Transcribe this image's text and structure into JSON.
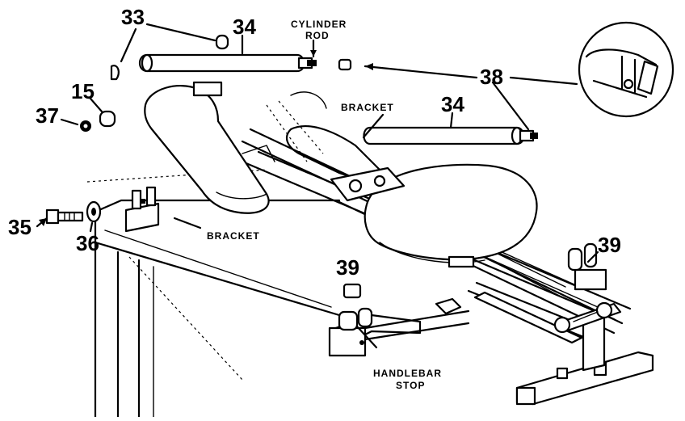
{
  "callouts": {
    "n33": "33",
    "n34_top": "34",
    "n34_right": "34",
    "n38": "38",
    "n15": "15",
    "n37": "37",
    "n35": "35",
    "n36": "36",
    "n39_right": "39",
    "n39_mid": "39"
  },
  "labels": {
    "cylinder_line1": "CYLINDER",
    "cylinder_line2": "ROD",
    "bracket_top": "BRACKET",
    "bracket_left": "BRACKET",
    "handlebar_line1": "HANDLEBAR",
    "handlebar_line2": "STOP"
  }
}
